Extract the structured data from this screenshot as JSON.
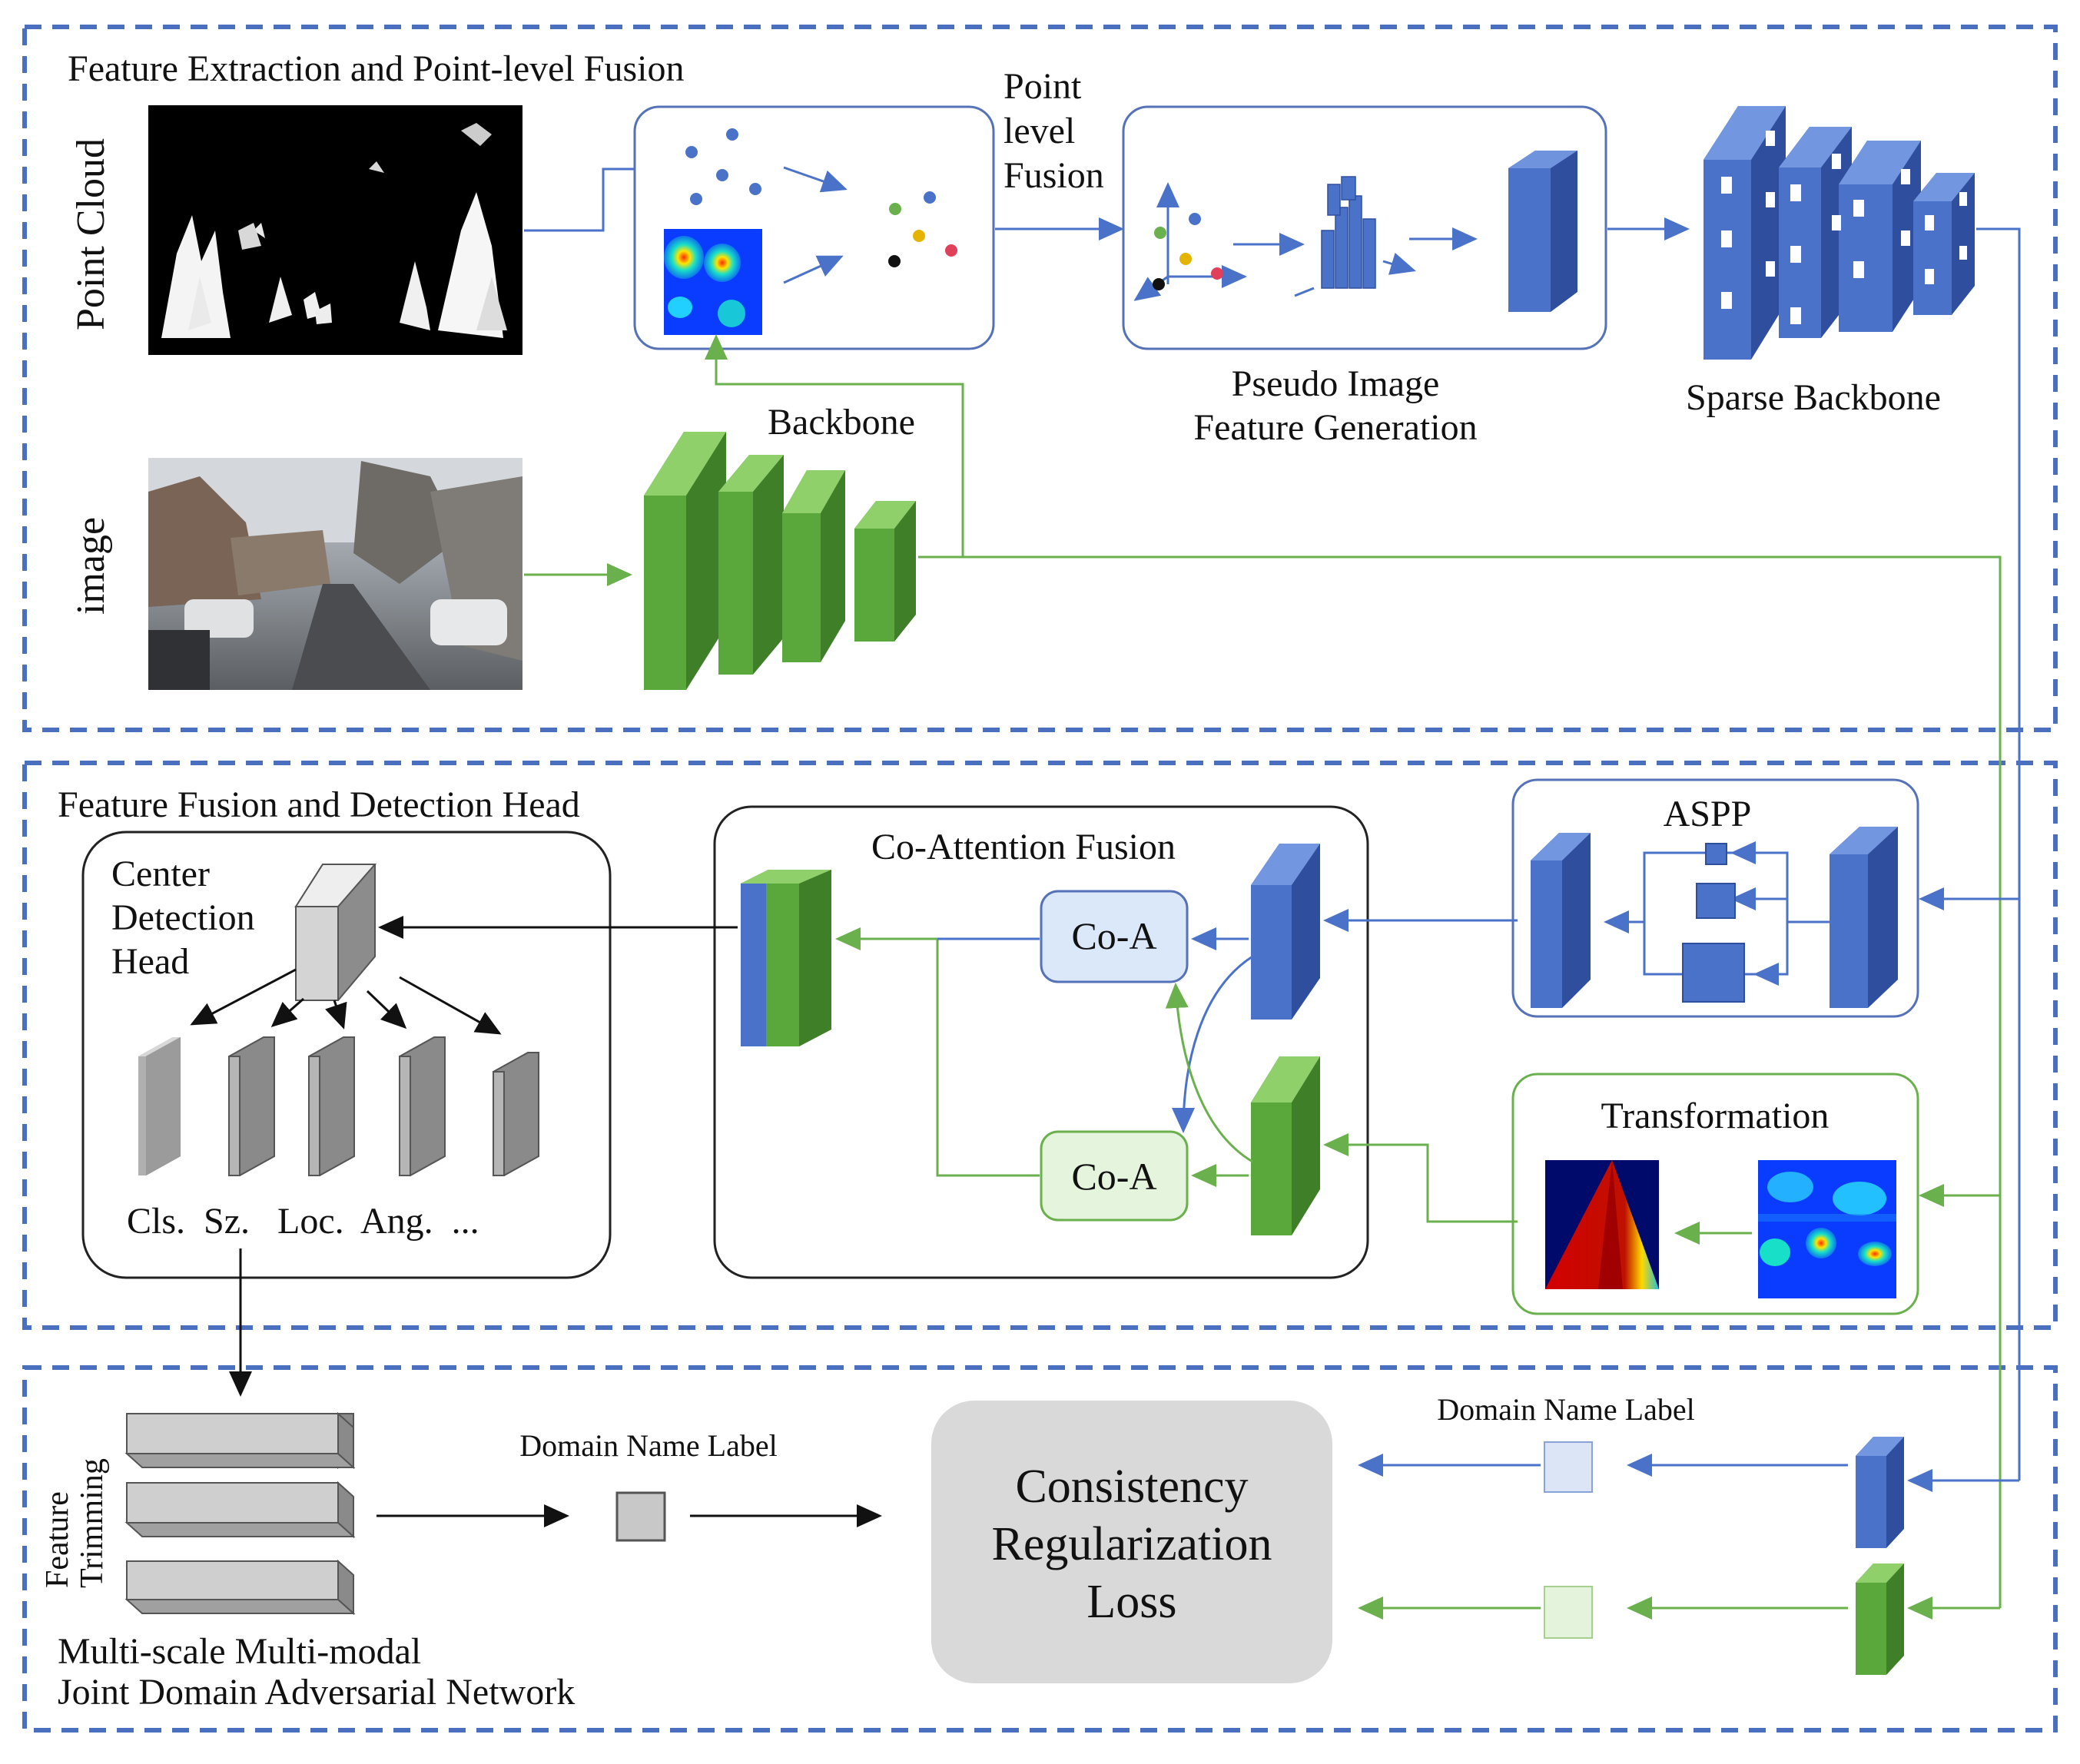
{
  "sections": {
    "top": {
      "title": "Feature Extraction and Point-level Fusion"
    },
    "middle": {
      "title": "Feature Fusion and Detection Head"
    },
    "bottom": {
      "title_line1": "Multi-scale Multi-modal",
      "title_line2": "Joint Domain Adversarial Network"
    }
  },
  "inputs": {
    "point_cloud": "Point Cloud",
    "image": "image"
  },
  "labels": {
    "point_level_fusion_1": "Point",
    "point_level_fusion_2": "level",
    "point_level_fusion_3": "Fusion",
    "pseudo_image_1": "Pseudo Image",
    "pseudo_image_2": "Feature Generation",
    "sparse_backbone": "Sparse Backbone",
    "backbone": "Backbone",
    "aspp": "ASPP",
    "transformation": "Transformation",
    "co_attention_fusion": "Co-Attention Fusion",
    "co_a_top": "Co-A",
    "co_a_bottom": "Co-A",
    "center_head_1": "Center",
    "center_head_2": "Detection",
    "center_head_3": "Head",
    "outputs": "Cls.  Sz.   Loc.  Ang.  ...",
    "feature_trimming_1": "Feature",
    "feature_trimming_2": "Trimming",
    "domain_label_left": "Domain Name Label",
    "domain_label_right": "Domain Name Label",
    "loss_1": "Consistency",
    "loss_2": "Regularization",
    "loss_3": "Loss"
  },
  "colors": {
    "blue": "#4a72c8",
    "blue_dark": "#2f4f9e",
    "green": "#5aa83c",
    "green_dark": "#3f7f27",
    "dashed_border": "#4a6fbf",
    "gray_box": "#d9d9d9"
  }
}
